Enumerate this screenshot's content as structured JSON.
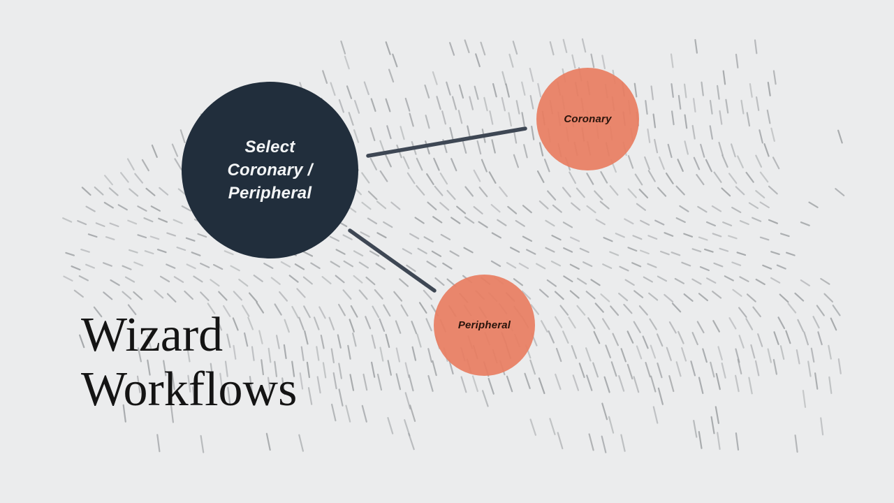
{
  "slide": {
    "title_lines": [
      "Wizard",
      "Workflows"
    ],
    "main_node": {
      "label": "Select\nCoronary /\nPeripheral"
    },
    "nodes": [
      {
        "label": "Coronary"
      },
      {
        "label": "Peripheral"
      }
    ]
  },
  "colors": {
    "background": "#ebeced",
    "dash": "#9a9da0",
    "main_node_fill": "#212e3c",
    "main_node_text": "#f3f5f6",
    "node_fill": "#e87e62",
    "node_text": "#2a140c",
    "connector": "#3e4754",
    "title_text": "#141414"
  }
}
